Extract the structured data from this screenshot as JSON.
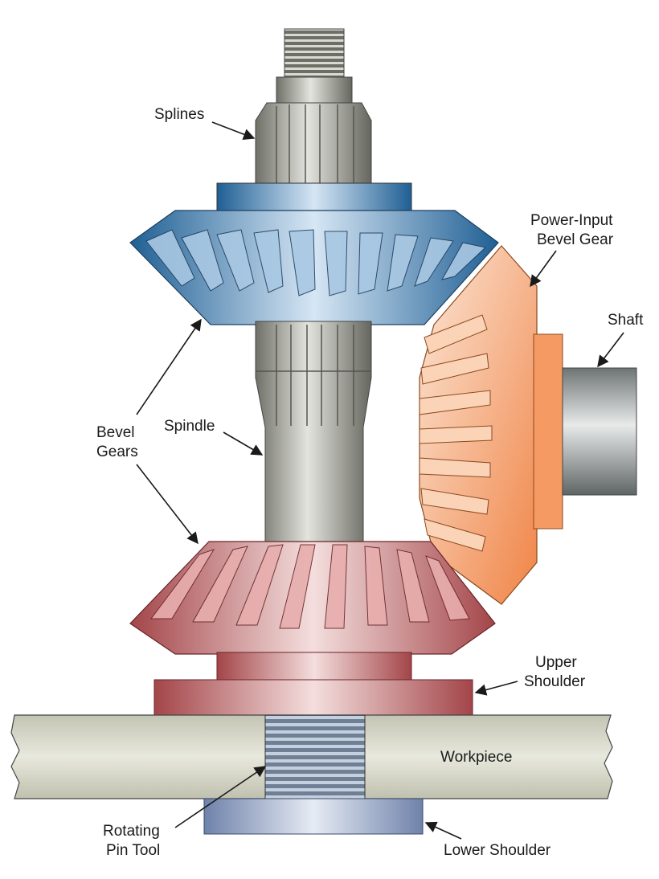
{
  "labels": {
    "splines": "Splines",
    "power_input_line1": "Power-Input",
    "power_input_line2": "Bevel Gear",
    "shaft": "Shaft",
    "bevel_line1": "Bevel",
    "bevel_line2": "Gears",
    "spindle": "Spindle",
    "upper_line1": "Upper",
    "upper_line2": "Shoulder",
    "workpiece": "Workpiece",
    "rotating_line1": "Rotating",
    "rotating_line2": "Pin Tool",
    "lower_shoulder": "Lower Shoulder"
  },
  "colors": {
    "steel": "#8e8f86",
    "upper_gear_blue": "#2f78b0",
    "lower_gear_red": "#b8585c",
    "input_gear_orange": "#f2925a",
    "workpiece": "#cfd0c0",
    "lower_shoulder": "#7d8fb4"
  }
}
